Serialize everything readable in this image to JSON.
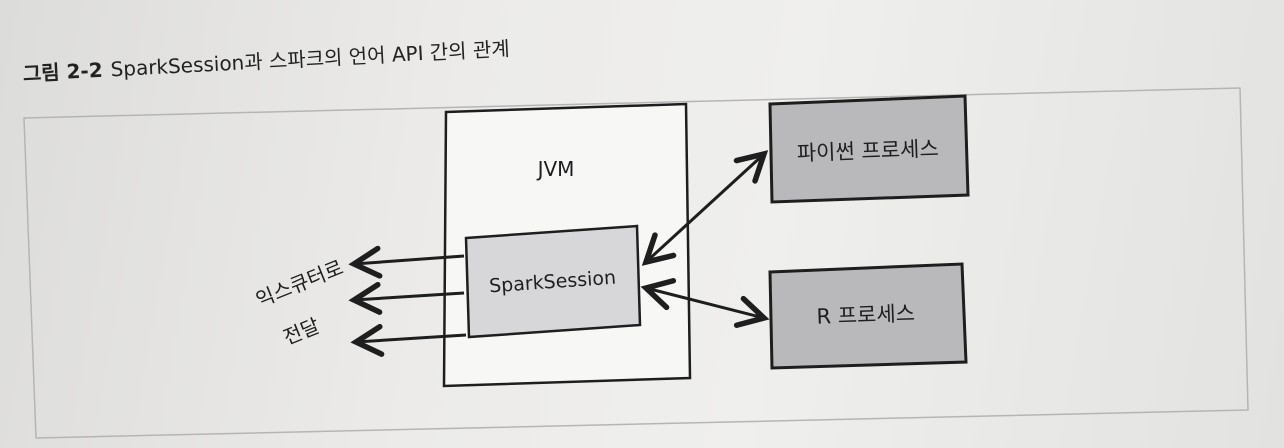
{
  "figure": {
    "number": "그림 2-2",
    "title": "SparkSession과 스파크의 언어 API 간의 관계"
  },
  "diagram": {
    "jvm_label": "JVM",
    "session_label": "SparkSession",
    "python_label": "파이썬 프로세스",
    "r_label": "R 프로세스",
    "executor_label_line1": "익스큐터로",
    "executor_label_line2": "전달"
  },
  "colors": {
    "process_fill": "#b9b9bb",
    "session_fill": "#d7d7d9",
    "stroke": "#1e1e1e"
  }
}
